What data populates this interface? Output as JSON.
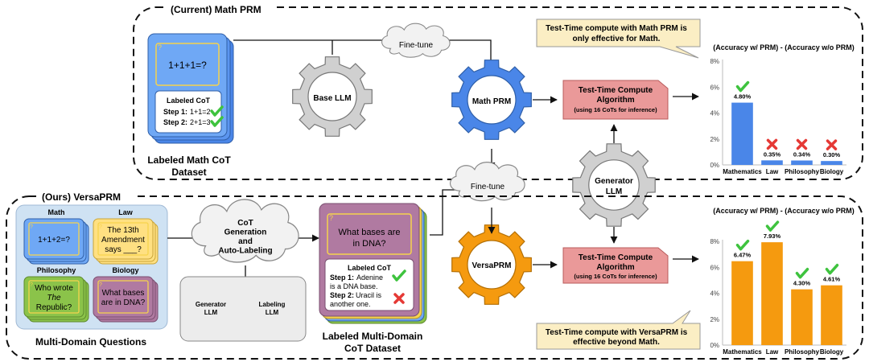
{
  "top_section": {
    "title": "(Current) Math PRM",
    "dataset": {
      "question_mark": "?",
      "question": "1+1+1=?",
      "labeled_cot_title": "Labeled CoT",
      "step1_label": "Step 1:",
      "step1_text": "1+1=2",
      "step2_label": "Step 2:",
      "step2_text": "2+1=3",
      "caption_line1": "Labeled Math CoT",
      "caption_line2": "Dataset"
    },
    "fine_tune_label": "Fine-tune",
    "base_llm_label": "Base LLM",
    "math_prm_label": "Math PRM",
    "ttc_algorithm": {
      "line1": "Test-Time Compute",
      "line2": "Algorithm",
      "line3": "(using 16 CoTs for inference)"
    },
    "callout": {
      "line1": "Test-Time compute with Math PRM is",
      "line2": "only effective for Math."
    }
  },
  "middle": {
    "fine_tune_label": "Fine-tune",
    "generator_llm_line1": "Generator",
    "generator_llm_line2": "LLM"
  },
  "bottom_section": {
    "title": "(Ours)  VersaPRM",
    "domains": [
      {
        "name": "Math",
        "text_lines": [
          "1+1+2=?"
        ],
        "italic_index": -1
      },
      {
        "name": "Law",
        "text_lines": [
          "The 13th",
          "Amendment",
          "says ___?"
        ],
        "italic_index": -1
      },
      {
        "name": "Philosophy",
        "text_lines": [
          "Who wrote",
          "The",
          "Republic?"
        ],
        "italic_index": 1
      },
      {
        "name": "Biology",
        "text_lines": [
          "What bases",
          "are in DNA?"
        ],
        "italic_index": -1
      }
    ],
    "domains_caption": "Multi-Domain Questions",
    "cot_gen_lines": [
      "CoT",
      "Generation",
      "and",
      "Auto-Labeling"
    ],
    "generator_llm": [
      "Generator",
      "LLM"
    ],
    "labeling_llm": [
      "Labeling",
      "LLM"
    ],
    "dataset": {
      "question_mark": "?",
      "question_line1": "What bases are",
      "question_line2": "in DNA?",
      "labeled_cot_title": "Labeled CoT",
      "step1_label": "Step 1:",
      "step1_text_a": "Adenine",
      "step1_text_b": "is a DNA base.",
      "step2_label": "Step 2:",
      "step2_text_a": "Uracil is",
      "step2_text_b": "another one.",
      "caption_line1": "Labeled Multi-Domain",
      "caption_line2": "CoT Dataset"
    },
    "versaprm_label": "VersaPRM",
    "ttc_algorithm": {
      "line1": "Test-Time Compute",
      "line2": "Algorithm",
      "line3": "(using 16 CoTs for inference)"
    },
    "callout": {
      "line1": "Test-Time compute with VersaPRM is",
      "line2": "effective beyond Math."
    }
  },
  "chart_data": [
    {
      "type": "bar",
      "title": "(Accuracy w/ PRM) - (Accuracy w/o PRM)",
      "categories": [
        "Mathematics",
        "Law",
        "Philosophy",
        "Biology"
      ],
      "values": [
        4.8,
        0.35,
        0.34,
        0.3
      ],
      "value_labels": [
        "4.80%",
        "0.35%",
        "0.34%",
        "0.30%"
      ],
      "marks": [
        "check",
        "cross",
        "cross",
        "cross"
      ],
      "yticks": [
        "0%",
        "2%",
        "4%",
        "6%",
        "8%"
      ],
      "ylim": [
        0,
        8
      ],
      "color": "#4a86e8"
    },
    {
      "type": "bar",
      "title": "(Accuracy w/ PRM) - (Accuracy w/o PRM)",
      "categories": [
        "Mathematics",
        "Law",
        "Philosophy",
        "Biology"
      ],
      "values": [
        6.47,
        7.93,
        4.3,
        4.61
      ],
      "value_labels": [
        "6.47%",
        "7.93%",
        "4.30%",
        "4.61%"
      ],
      "marks": [
        "check",
        "check",
        "check",
        "check"
      ],
      "yticks": [
        "0%",
        "2%",
        "4%",
        "6%",
        "8%"
      ],
      "ylim": [
        0,
        8
      ],
      "color": "#f59a0f"
    }
  ],
  "colors": {
    "math_blue": "#4a86e8",
    "versa_orange": "#f59a0f",
    "ttc_pink": "#ea9999",
    "callout_yellow": "#fbeec4",
    "domain_panel": "#cfe2f3",
    "check_green": "#3ec33e",
    "cross_red": "#e53935"
  }
}
